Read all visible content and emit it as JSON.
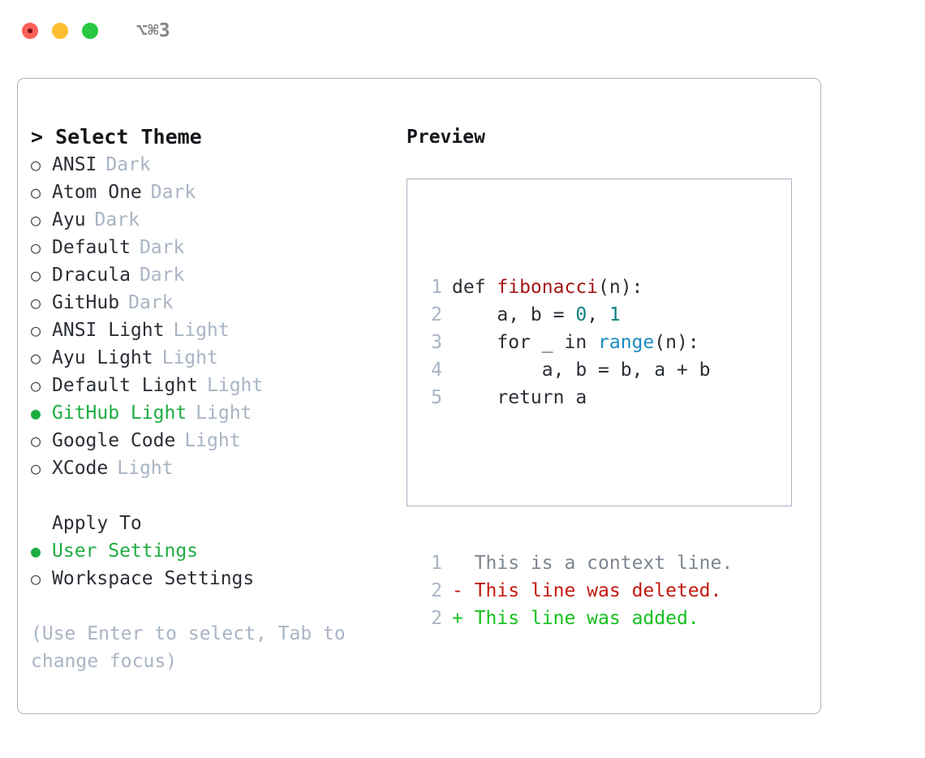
{
  "titlebar": {
    "shortcut": "⌥⌘3",
    "buttons": [
      {
        "name": "close",
        "color": "#fc6058"
      },
      {
        "name": "minimize",
        "color": "#fcbd2e"
      },
      {
        "name": "maximize",
        "color": "#28c840"
      }
    ]
  },
  "left": {
    "heading": "> Select Theme",
    "themes": [
      {
        "bullet": "○",
        "label": "ANSI",
        "tag": "Dark",
        "selected": false
      },
      {
        "bullet": "○",
        "label": "Atom One",
        "tag": "Dark",
        "selected": false
      },
      {
        "bullet": "○",
        "label": "Ayu",
        "tag": "Dark",
        "selected": false
      },
      {
        "bullet": "○",
        "label": "Default",
        "tag": "Dark",
        "selected": false
      },
      {
        "bullet": "○",
        "label": "Dracula",
        "tag": "Dark",
        "selected": false
      },
      {
        "bullet": "○",
        "label": "GitHub",
        "tag": "Dark",
        "selected": false
      },
      {
        "bullet": "○",
        "label": "ANSI Light",
        "tag": "Light",
        "selected": false
      },
      {
        "bullet": "○",
        "label": "Ayu Light",
        "tag": "Light",
        "selected": false
      },
      {
        "bullet": "○",
        "label": "Default Light",
        "tag": "Light",
        "selected": false
      },
      {
        "bullet": "●",
        "label": "GitHub Light",
        "tag": "Light",
        "selected": true
      },
      {
        "bullet": "○",
        "label": "Google Code",
        "tag": "Light",
        "selected": false
      },
      {
        "bullet": "○",
        "label": "XCode",
        "tag": "Light",
        "selected": false
      }
    ],
    "apply_to_heading": "Apply To",
    "apply_to": [
      {
        "bullet": "●",
        "label": "User Settings",
        "selected": true
      },
      {
        "bullet": "○",
        "label": "Workspace Settings",
        "selected": false
      }
    ],
    "hint": "(Use Enter to select, Tab to change focus)"
  },
  "preview": {
    "title": "Preview",
    "code_lines": [
      {
        "no": "1",
        "tokens": [
          {
            "t": "def ",
            "c": "plain"
          },
          {
            "t": "fibonacci",
            "c": "func"
          },
          {
            "t": "(n):",
            "c": "plain"
          }
        ]
      },
      {
        "no": "2",
        "tokens": [
          {
            "t": "    a, b = ",
            "c": "plain"
          },
          {
            "t": "0",
            "c": "num"
          },
          {
            "t": ", ",
            "c": "plain"
          },
          {
            "t": "1",
            "c": "num"
          }
        ]
      },
      {
        "no": "3",
        "tokens": [
          {
            "t": "    for _ in ",
            "c": "plain"
          },
          {
            "t": "range",
            "c": "kw"
          },
          {
            "t": "(n):",
            "c": "plain"
          }
        ]
      },
      {
        "no": "4",
        "tokens": [
          {
            "t": "        a, b = b, a + b",
            "c": "plain"
          }
        ]
      },
      {
        "no": "5",
        "tokens": [
          {
            "t": "    return a",
            "c": "plain"
          }
        ]
      }
    ],
    "diff_lines": [
      {
        "no": "1",
        "marker": "  ",
        "text": "This is a context line.",
        "kind": "ctx"
      },
      {
        "no": "2",
        "marker": "- ",
        "text": "This line was deleted.",
        "kind": "del"
      },
      {
        "no": "2",
        "marker": "+ ",
        "text": "This line was added.",
        "kind": "add"
      }
    ]
  },
  "colors": {
    "accent_green": "#1ead42",
    "muted": "#a9b4c4",
    "text": "#2b2f36",
    "func": "#a31515",
    "num": "#0d8080",
    "keyword": "#1a8cc0",
    "diff_add": "#15c020",
    "diff_del": "#c2190f",
    "border": "#a9b4c4"
  }
}
